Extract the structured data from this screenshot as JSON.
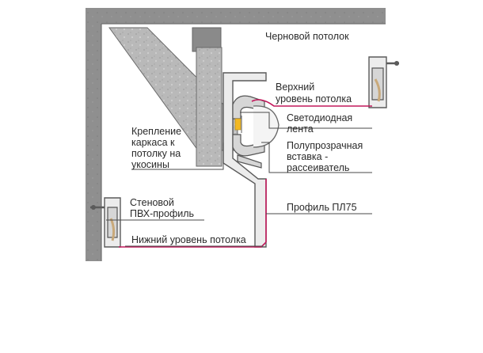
{
  "labels": {
    "rough_ceiling": "Черновой потолок",
    "upper_level": [
      "Верхний",
      "уровень потолка"
    ],
    "led_strip": [
      "Светодиодная",
      "лента"
    ],
    "diffuser": [
      "Полупрозрачная",
      "вставка -",
      "рассеиватель"
    ],
    "profile_pl75": "Профиль ПЛ75",
    "frame_mount": [
      "Крепление",
      "каркаса к",
      "потолку на",
      "укосины"
    ],
    "wall_profile": [
      "Стеновой",
      "ПВХ-профиль"
    ],
    "lower_level": "Нижний уровень потолка"
  },
  "colors": {
    "concrete": "#8f8f8f",
    "metal": "#b9b9b9",
    "wire": "#c2185b",
    "led": "#f2b824"
  }
}
